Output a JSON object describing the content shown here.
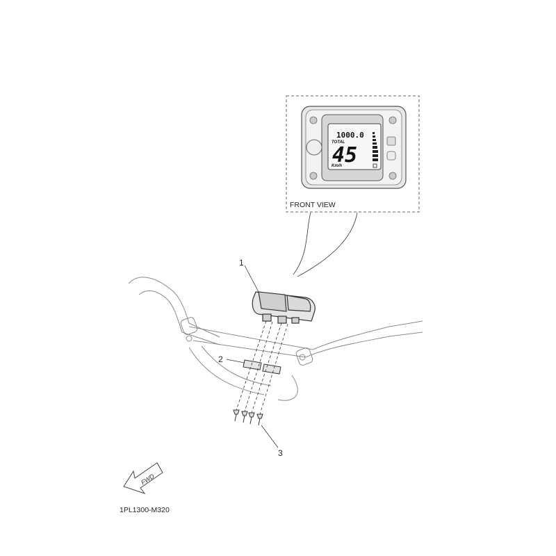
{
  "diagram": {
    "front_view_label": "FRONT VIEW",
    "diagram_code": "1PL1300-M320",
    "fwd_label": "FWD",
    "callouts": [
      "1",
      "2",
      "3"
    ],
    "meter": {
      "odometer": "1000.0",
      "odo_label": "TOTAL",
      "speed": "45",
      "unit": "Km/h"
    }
  },
  "colors": {
    "line": "#333333",
    "frame_line": "#8a8a8a",
    "meter_body": "#e6e6e6",
    "lcd": "#f4f4f4"
  }
}
